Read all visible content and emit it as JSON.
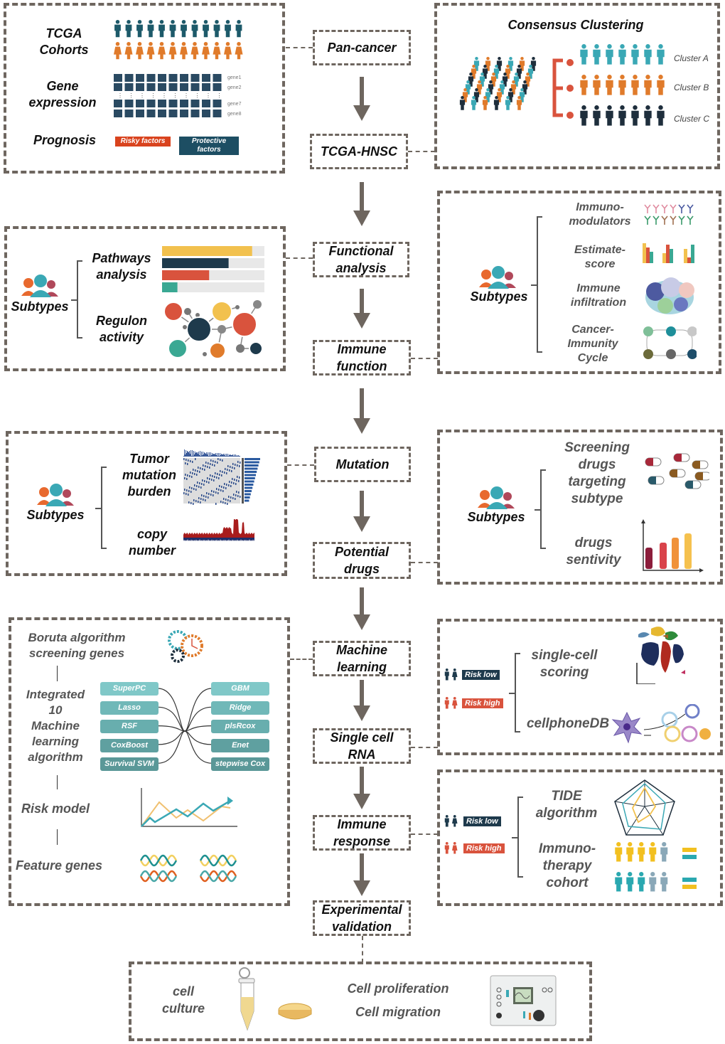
{
  "flow": {
    "nodes": [
      {
        "id": "pan-cancer",
        "label": "Pan-cancer"
      },
      {
        "id": "tcga-hnsc",
        "label": "TCGA-HNSC"
      },
      {
        "id": "functional-analysis",
        "label": "Functional\nanalysis"
      },
      {
        "id": "immune-function",
        "label": "Immune\nfunction"
      },
      {
        "id": "mutation",
        "label": "Mutation"
      },
      {
        "id": "potential-drugs",
        "label": "Potential\ndrugs"
      },
      {
        "id": "machine-learning",
        "label": "Machine\nlearning"
      },
      {
        "id": "single-cell-rna",
        "label": "Single cell\nRNA"
      },
      {
        "id": "immune-response",
        "label": "Immune\nresponse"
      },
      {
        "id": "experimental-validation",
        "label": "Experimental\nvalidation"
      }
    ]
  },
  "panel_tcga": {
    "cohorts_label": "TCGA\nCohorts",
    "gene_label": "Gene\nexpression",
    "prognosis_label": "Prognosis",
    "genes": [
      "gene1",
      "gene2",
      "gene7",
      "gene8"
    ],
    "risky": "Risky factors",
    "protective": "Protective factors"
  },
  "panel_cluster": {
    "title": "Consensus Clustering",
    "clusters": [
      "Cluster A",
      "Cluster B",
      "Cluster C"
    ]
  },
  "panel_functional": {
    "subtypes": "Subtypes",
    "pathways": "Pathways\nanalysis",
    "regulon": "Regulon\nactivity",
    "pathway_bars": [
      0.88,
      0.65,
      0.46,
      0.15
    ]
  },
  "panel_immune": {
    "subtypes": "Subtypes",
    "items": [
      "Immuno-\nmodulators",
      "Estimate-\nscore",
      "Immune\ninfiltration",
      "Cancer-\nImmunity\nCycle"
    ]
  },
  "panel_mutation": {
    "subtypes": "Subtypes",
    "tmb": "Tumor\nmutation\nburden",
    "cnv": "copy\nnumber"
  },
  "panel_drugs": {
    "subtypes": "Subtypes",
    "screening": "Screening\ndrugs\ntargeting\nsubtype",
    "sensitivity": "drugs\nsentivity"
  },
  "panel_ml": {
    "boruta": "Boruta algorithm\nscreening genes",
    "integrated": "Integrated\n10\nMachine\nlearning\nalgorithm",
    "risk_model": "Risk model",
    "feature_genes": "Feature genes",
    "left_algos": [
      "SuperPC",
      "Lasso",
      "RSF",
      "CoxBoost",
      "Survival SVM"
    ],
    "right_algos": [
      "GBM",
      "Ridge",
      "plsRcox",
      "Enet",
      "stepwise Cox"
    ]
  },
  "panel_singlecell": {
    "risk_low": "Risk low",
    "risk_high": "Risk high",
    "scoring": "single-cell\nscoring",
    "cellphone": "cellphoneDB"
  },
  "panel_response": {
    "risk_low": "Risk low",
    "risk_high": "Risk high",
    "tide": "TIDE\nalgorithm",
    "immuno": "Immuno-\ntherapy\ncohort"
  },
  "panel_validation": {
    "culture": "cell\nculture",
    "proliferation": "Cell proliferation",
    "migration": "Cell migration"
  },
  "colors": {
    "border": "#6e665f",
    "teal_dark": "#1d4e63",
    "orange": "#e07b2b",
    "cyan": "#3aa8b5",
    "red": "#d9533d",
    "navy": "#1e2e3c",
    "yellow": "#f2c14e",
    "green_teal": "#3aa893"
  }
}
